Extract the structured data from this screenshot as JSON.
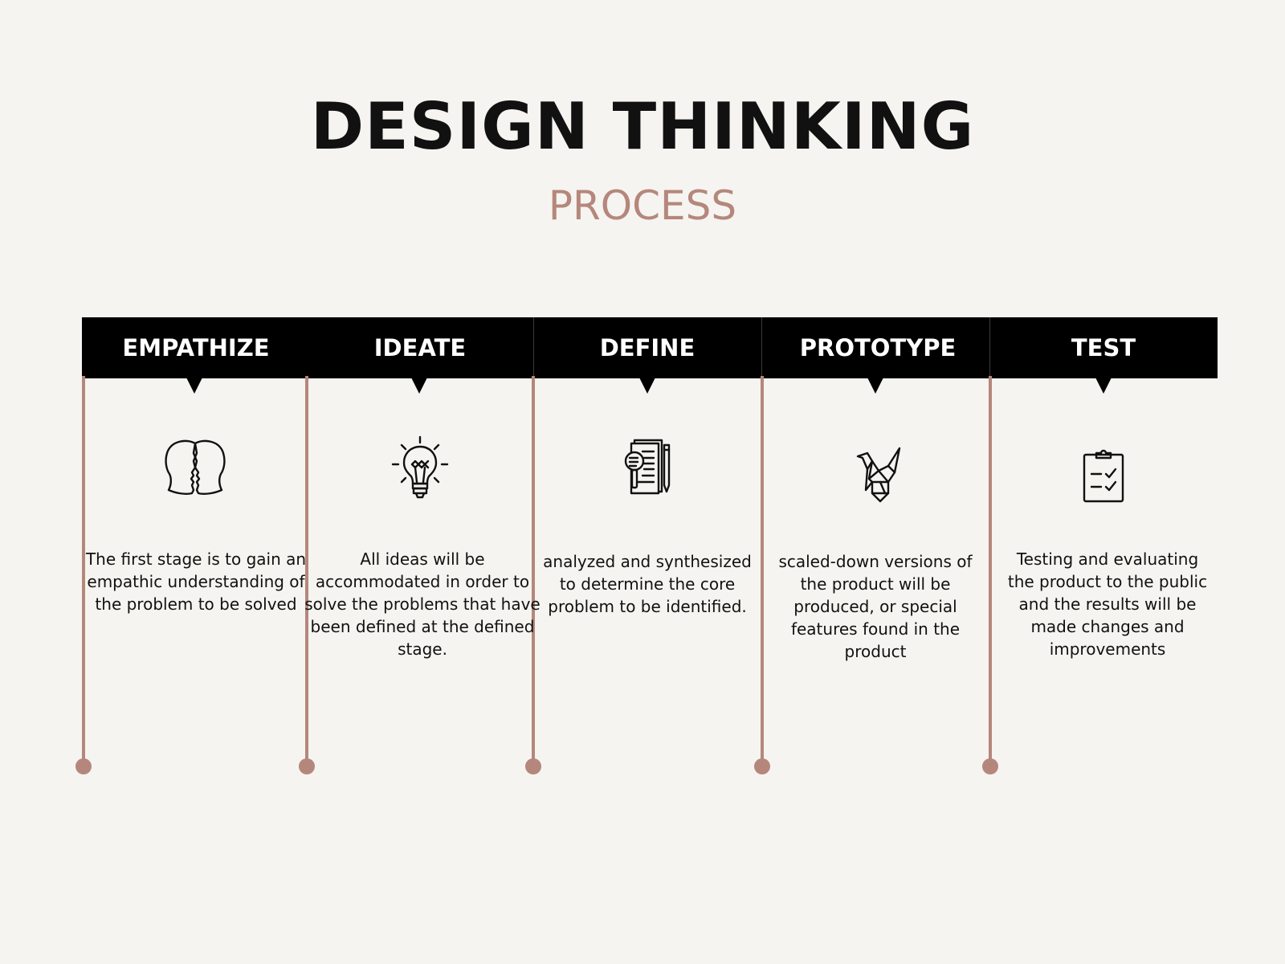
{
  "title": "DESIGN THINKING",
  "subtitle": "PROCESS",
  "colors": {
    "background": "#f5f4f0",
    "header": "#000000",
    "accent": "#b5877c",
    "text": "#111111"
  },
  "stages": [
    {
      "label": "EMPATHIZE",
      "icon": "two-faces-icon",
      "description": "The first stage is to gain an empathic understanding of the problem to be solved"
    },
    {
      "label": "IDEATE",
      "icon": "lightbulb-icon",
      "description": "All ideas will be accommodated in order to solve the problems that have been defined at the defined stage."
    },
    {
      "label": "DEFINE",
      "icon": "document-magnifier-icon",
      "description": "analyzed and synthesized to determine the core problem to be identified."
    },
    {
      "label": "PROTOTYPE",
      "icon": "origami-crane-icon",
      "description": "scaled-down versions of the product will be produced, or special features found in the product"
    },
    {
      "label": "TEST",
      "icon": "clipboard-checklist-icon",
      "description": "Testing and evaluating the product to the public and the results will be made changes and improvements"
    }
  ]
}
